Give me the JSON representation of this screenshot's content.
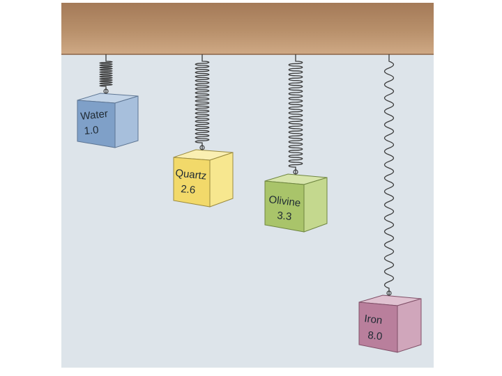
{
  "colors": {
    "background": "#dde4ea",
    "ceiling_top": "#a9805f",
    "ceiling_bottom": "#c39b74",
    "spring": "#3a3a3a"
  },
  "blocks": [
    {
      "name": "Water",
      "value": "1.0",
      "color_front": "#7fa0c8",
      "color_side": "#a7bfdc",
      "color_top": "#c4d5e8",
      "spring_type": "short-tight"
    },
    {
      "name": "Quartz",
      "value": "2.6",
      "color_front": "#f2d96a",
      "color_side": "#f7e78f",
      "color_top": "#faefb2",
      "spring_type": "medium-tight"
    },
    {
      "name": "Olivine",
      "value": "3.3",
      "color_front": "#a9c46a",
      "color_side": "#c4d88e",
      "color_top": "#d7e5ab",
      "spring_type": "medium-long-tight"
    },
    {
      "name": "Iron",
      "value": "8.0",
      "color_front": "#b97f9c",
      "color_side": "#d0a6bb",
      "color_top": "#e0c2d1",
      "spring_type": "long-stretched"
    }
  ]
}
